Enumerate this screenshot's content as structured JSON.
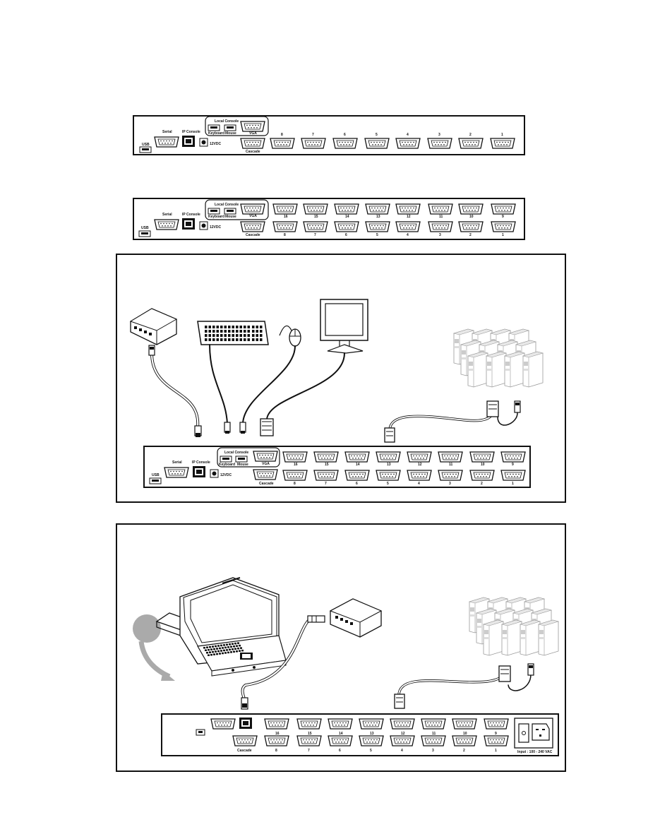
{
  "panel_8port": {
    "usb": "USB",
    "serial": "Serial",
    "ip_console": "IP Console",
    "local_console": "Local Console",
    "keyboard": "Keyboard",
    "mouse": "Mouse",
    "vga": "VGA",
    "dc": "12VDC",
    "cascade": "Cascade",
    "ports": [
      "8",
      "7",
      "6",
      "5",
      "4",
      "3",
      "2",
      "1"
    ]
  },
  "panel_16port": {
    "usb": "USB",
    "serial": "Serial",
    "ip_console": "IP Console",
    "local_console": "Local Console",
    "keyboard": "Keyboard",
    "mouse": "Mouse",
    "vga": "VGA",
    "dc": "12VDC",
    "cascade": "Cascade",
    "top_ports": [
      "16",
      "15",
      "14",
      "13",
      "12",
      "11",
      "10",
      "9"
    ],
    "bottom_ports": [
      "8",
      "7",
      "6",
      "5",
      "4",
      "3",
      "2",
      "1"
    ]
  },
  "panel_connected": {
    "usb": "USB",
    "serial": "Serial",
    "ip_console": "IP Console",
    "local_console": "Local Console",
    "keyboard": "Keyboard",
    "mouse": "Mouse",
    "vga": "VGA",
    "dc": "12VDC",
    "cascade": "Cascade",
    "top_ports": [
      "16",
      "15",
      "14",
      "13",
      "12",
      "11",
      "10",
      "9"
    ],
    "bottom_ports": [
      "8",
      "7",
      "6",
      "5",
      "4",
      "3",
      "2",
      "1"
    ]
  },
  "panel_console": {
    "cascade": "Cascade",
    "input": "Input : 100 - 240 VAC",
    "top_ports": [
      "16",
      "15",
      "14",
      "13",
      "12",
      "11",
      "10",
      "9"
    ],
    "bottom_ports": [
      "8",
      "7",
      "6",
      "5",
      "4",
      "3",
      "2",
      "1"
    ]
  }
}
